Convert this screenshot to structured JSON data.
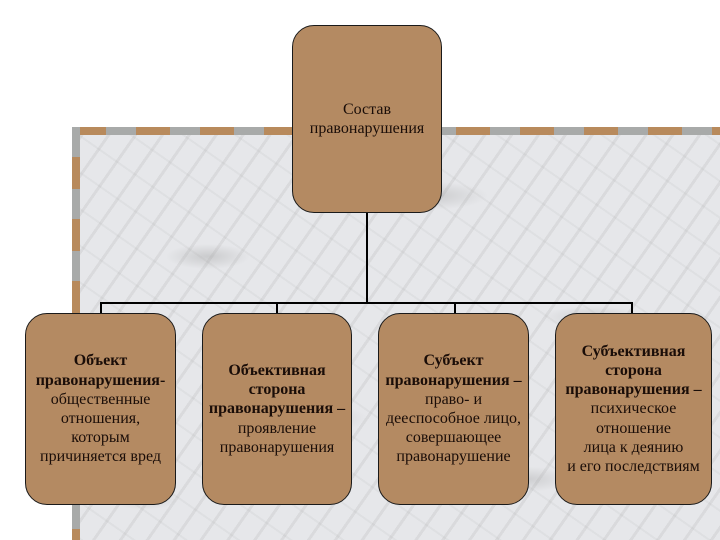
{
  "diagram": {
    "root": {
      "lines": [
        "Состав",
        "правонарушения"
      ]
    },
    "children": [
      {
        "title_lines": [
          "Объект",
          "правонарушения-"
        ],
        "body_lines": [
          "общественные",
          "отношения,",
          "которым",
          "причиняется вред"
        ]
      },
      {
        "title_lines": [
          "Объективная",
          "сторона",
          "правонарушения –"
        ],
        "body_lines": [
          "проявление",
          "правонарушения"
        ]
      },
      {
        "title_lines": [
          "Субъект",
          "правонарушения –"
        ],
        "body_lines": [
          "право- и",
          "дееспособное лицо,",
          "совершающее",
          "правонарушение"
        ]
      },
      {
        "title_lines": [
          "Субъективная",
          "сторона",
          "правонарушения –"
        ],
        "body_lines": [
          "психическое",
          "отношение",
          "лица к деянию",
          "и его последствиям"
        ]
      }
    ]
  },
  "colors": {
    "box_fill": "#b48a62",
    "box_border": "#1a1a1a",
    "text": "#1a0d08",
    "frame_brown": "#b88a5c",
    "frame_grey": "#a8aaa9",
    "marble": "#e6e7ea"
  }
}
